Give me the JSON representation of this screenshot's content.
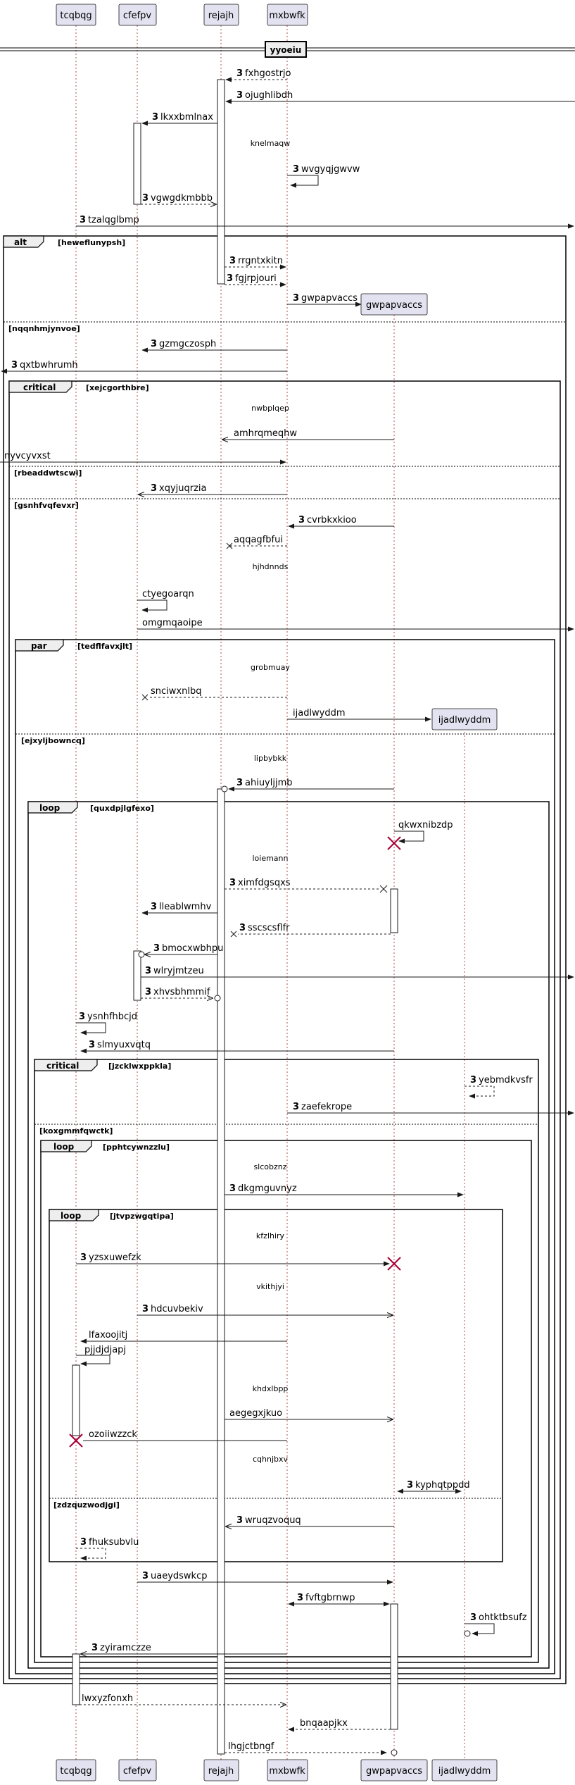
{
  "participants": [
    "tcqbqg",
    "cfefpv",
    "rejajh",
    "mxbwfk",
    "gwpapvaccs",
    "ijadlwyddm"
  ],
  "title_banner": "yyoeiu",
  "dividers": [
    "knelmaqw",
    "nwbplqep",
    "hjhdnnds",
    "grobmuay",
    "lipbybkk",
    "loiemann",
    "slcobznz",
    "kfzlhiry",
    "vkithjyi",
    "khdxlbpp",
    "cqhnjbxv"
  ],
  "frames": {
    "alt": {
      "tag": "alt",
      "guard": "[heweflunypsh]",
      "else1": "[nqqnhmjynvoe]"
    },
    "critical1": {
      "tag": "critical",
      "guard": "[xejcgorthbre]",
      "else1": "[rbeaddwtscwi]",
      "else2": "[gsnhfvqfevxr]"
    },
    "par": {
      "tag": "par",
      "guard": "[tedflfavxjlt]",
      "else1": "[ejxyljbowncq]"
    },
    "loop1": {
      "tag": "loop",
      "guard": "[quxdpjlgfexo]"
    },
    "critical2": {
      "tag": "critical",
      "guard": "[jzcklwxppkla]",
      "else1": "[koxgmmfqwctk]"
    },
    "loop2": {
      "tag": "loop",
      "guard": "[pphtcywnzzlu]"
    },
    "loop3": {
      "tag": "loop",
      "guard": "[jtvpzwgqtipa]",
      "else1": "[zdzquzwodjgi]"
    }
  },
  "messages": [
    {
      "num": "3",
      "text": "fxhgostrjo"
    },
    {
      "num": "3",
      "text": "ojughlibdh"
    },
    {
      "num": "3",
      "text": "lkxxbmlnax"
    },
    {
      "num": "3",
      "text": "wvgyqjgwvw"
    },
    {
      "num": "3",
      "text": "vgwgdkmbbb"
    },
    {
      "num": "3",
      "text": "tzalqglbmp"
    },
    {
      "num": "3",
      "text": "rrgntxkitn"
    },
    {
      "num": "3",
      "text": "fgjrpjouri"
    },
    {
      "num": "3",
      "text": "gwpapvaccs"
    },
    {
      "num": "3",
      "text": "gzmgczosph"
    },
    {
      "num": "3",
      "text": "qxtbwhrumh"
    },
    {
      "num": "",
      "text": "amhrqmeqhw"
    },
    {
      "num": "",
      "text": "nyvcyvxst"
    },
    {
      "num": "3",
      "text": "xqyjuqrzia"
    },
    {
      "num": "3",
      "text": "cvrbkxkioo"
    },
    {
      "num": "",
      "text": "aqqagfbfui"
    },
    {
      "num": "",
      "text": "ctyegoarqn"
    },
    {
      "num": "",
      "text": "omgmqaoipe"
    },
    {
      "num": "",
      "text": "snciwxnlbq"
    },
    {
      "num": "",
      "text": "ijadlwyddm"
    },
    {
      "num": "3",
      "text": "ahiuyljjmb"
    },
    {
      "num": "",
      "text": "qkwxnibzdp"
    },
    {
      "num": "3",
      "text": "ximfdgsqxs"
    },
    {
      "num": "3",
      "text": "lleablwmhv"
    },
    {
      "num": "3",
      "text": "sscscsflfr"
    },
    {
      "num": "3",
      "text": "bmocxwbhpu"
    },
    {
      "num": "3",
      "text": "wlryjmtzeu"
    },
    {
      "num": "3",
      "text": "xhvsbhmmif"
    },
    {
      "num": "3",
      "text": "ysnhfhbcjd"
    },
    {
      "num": "3",
      "text": "slmyuxvqtq"
    },
    {
      "num": "3",
      "text": "yebmdkvsfr"
    },
    {
      "num": "3",
      "text": "zaefekrope"
    },
    {
      "num": "3",
      "text": "dkgmguvnyz"
    },
    {
      "num": "3",
      "text": "yzsxuwefzk"
    },
    {
      "num": "3",
      "text": "hdcuvbekiv"
    },
    {
      "num": "",
      "text": "lfaxoojitj"
    },
    {
      "num": "",
      "text": "pjjdjdjapj"
    },
    {
      "num": "",
      "text": "aegegxjkuo"
    },
    {
      "num": "",
      "text": "ozoiiwzzck"
    },
    {
      "num": "3",
      "text": "kyphqtppdd"
    },
    {
      "num": "3",
      "text": "wruqzvoquq"
    },
    {
      "num": "3",
      "text": "fhuksubvlu"
    },
    {
      "num": "3",
      "text": "uaeydswkcp"
    },
    {
      "num": "3",
      "text": "fvftgbrnwp"
    },
    {
      "num": "3",
      "text": "ohtktbsufz"
    },
    {
      "num": "3",
      "text": "zyiramczze"
    },
    {
      "num": "",
      "text": "lwxyzfonxh"
    },
    {
      "num": "",
      "text": "bnqaapjkx"
    },
    {
      "num": "",
      "text": "lhgjctbngf"
    }
  ]
}
